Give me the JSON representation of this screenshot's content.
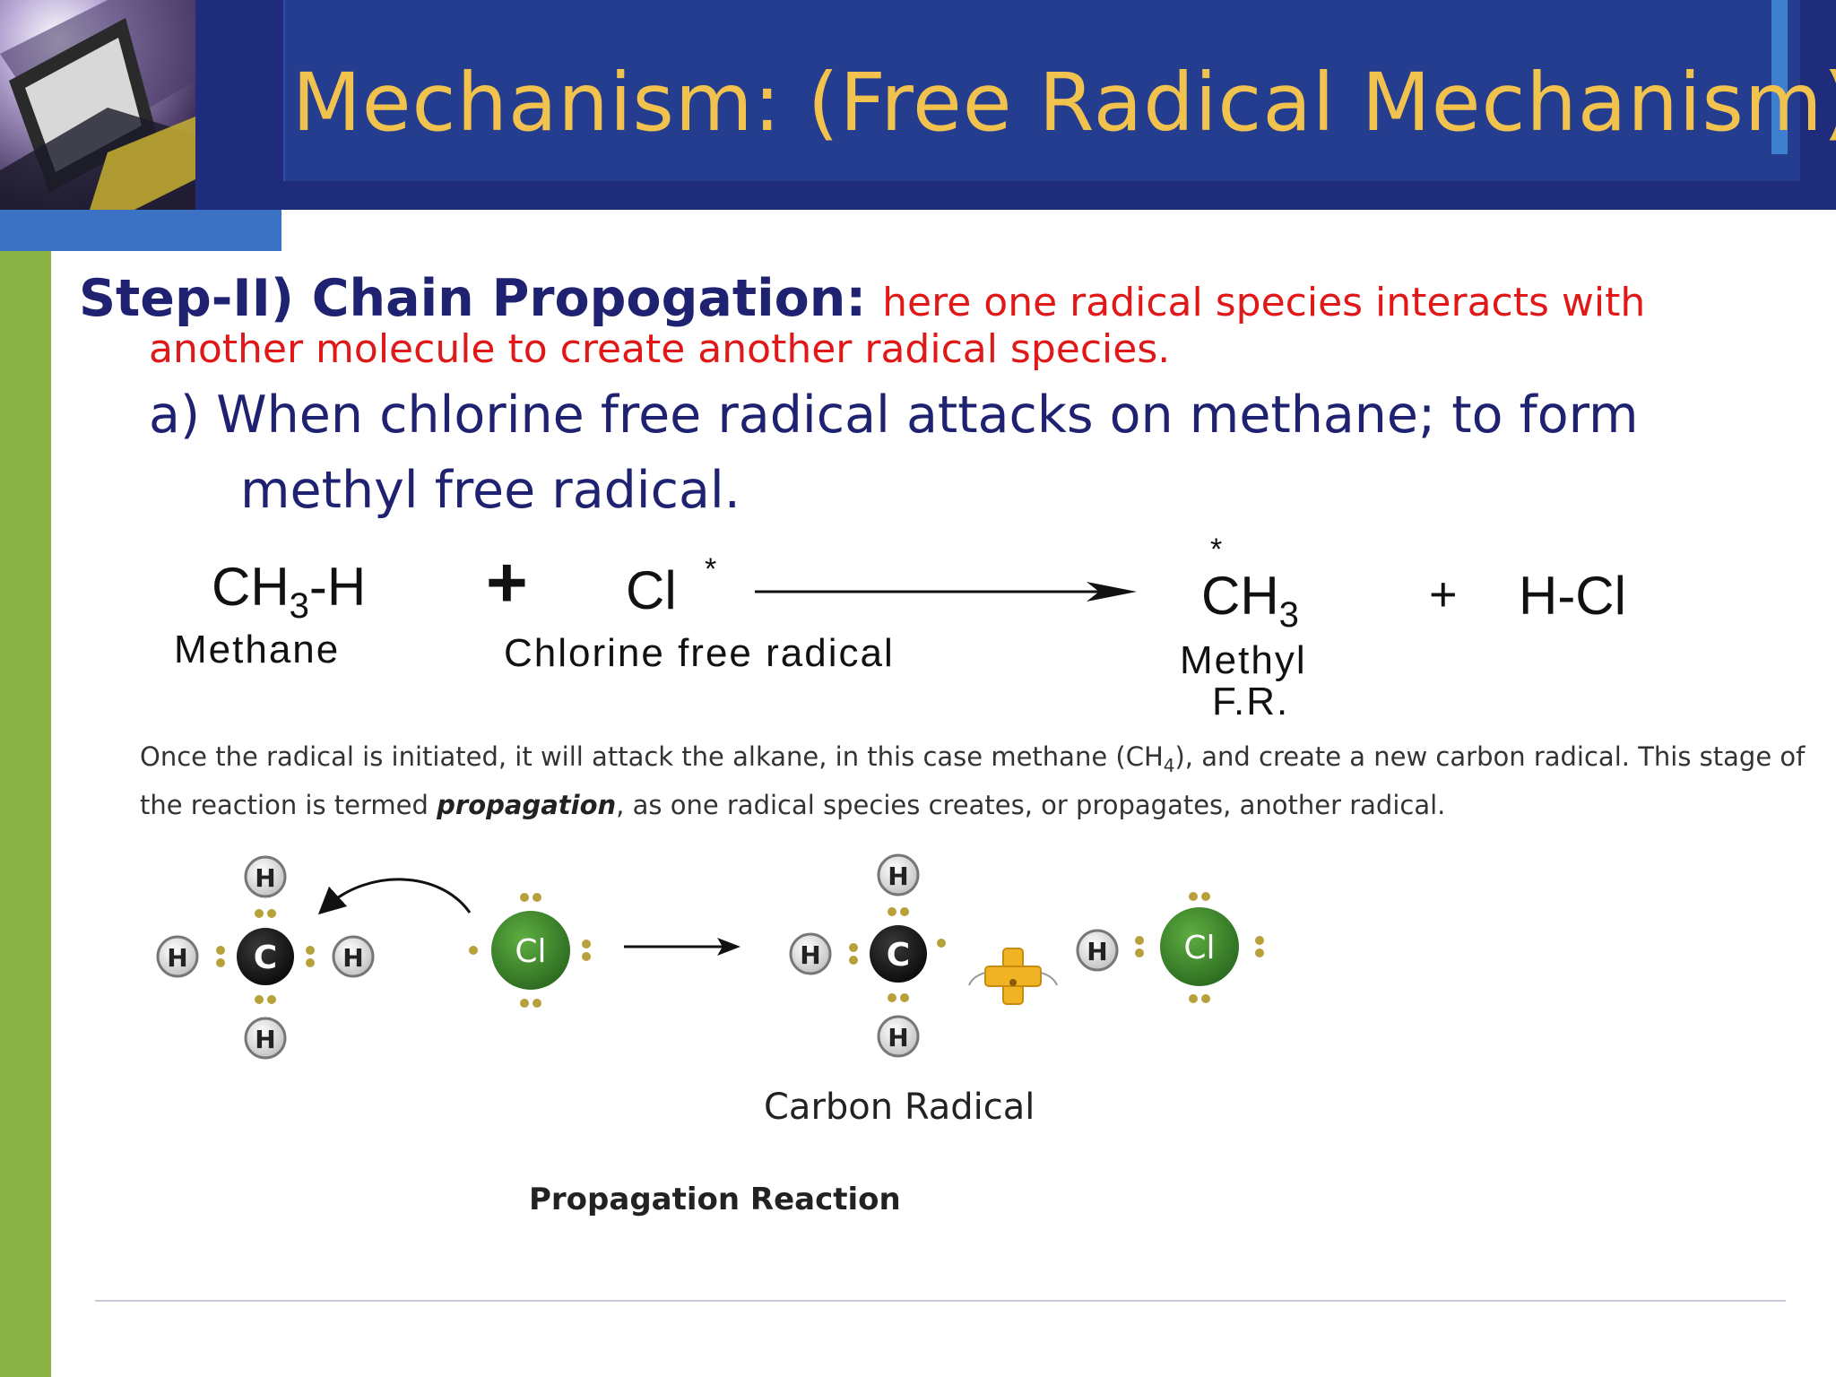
{
  "slide": {
    "title": "Mechanism: (Free Radical Mechanism)",
    "step_heading": "Step-II) Chain Propogation:",
    "step_desc_line1": "here one radical species interacts with",
    "step_desc_line2": "another molecule to create another radical species.",
    "point_a_line1": "a) When chlorine free radical attacks on methane; to form",
    "point_a_line2": "methyl free radical."
  },
  "equation": {
    "methane_formula": "CH",
    "methane_sub": "3",
    "methane_tail": "-H",
    "methane_label": "Methane",
    "plus1": "+",
    "chlorine_formula": "Cl",
    "radical_star": "*",
    "chlorine_label": "Chlorine free radical",
    "methyl_star": "*",
    "methyl_formula": "CH",
    "methyl_sub": "3",
    "methyl_label_1": "Methyl",
    "methyl_label_2": "F.R.",
    "plus2": "+",
    "hcl_formula": "H-Cl"
  },
  "note": {
    "text_before_sub": "Once the radical is initiated, it will attack the alkane, in this case methane (CH",
    "sub": "4",
    "text_after_sub": "), and create a new carbon radical.  This stage of the reaction is termed ",
    "emphasis": "propagation",
    "text_end": ", as one radical species creates, or propagates, another radical."
  },
  "diagram": {
    "atom_h": "H",
    "atom_c": "C",
    "atom_cl": "Cl",
    "carbon_radical_caption": "Carbon Radical",
    "propagation_caption": "Propagation Reaction",
    "colors": {
      "carbon": "#1a1a1a",
      "chlorine": "#3d8a2c",
      "hydrogen": "#d9d9d9",
      "electron": "#b8a03a",
      "plus": "#f0b323"
    }
  }
}
